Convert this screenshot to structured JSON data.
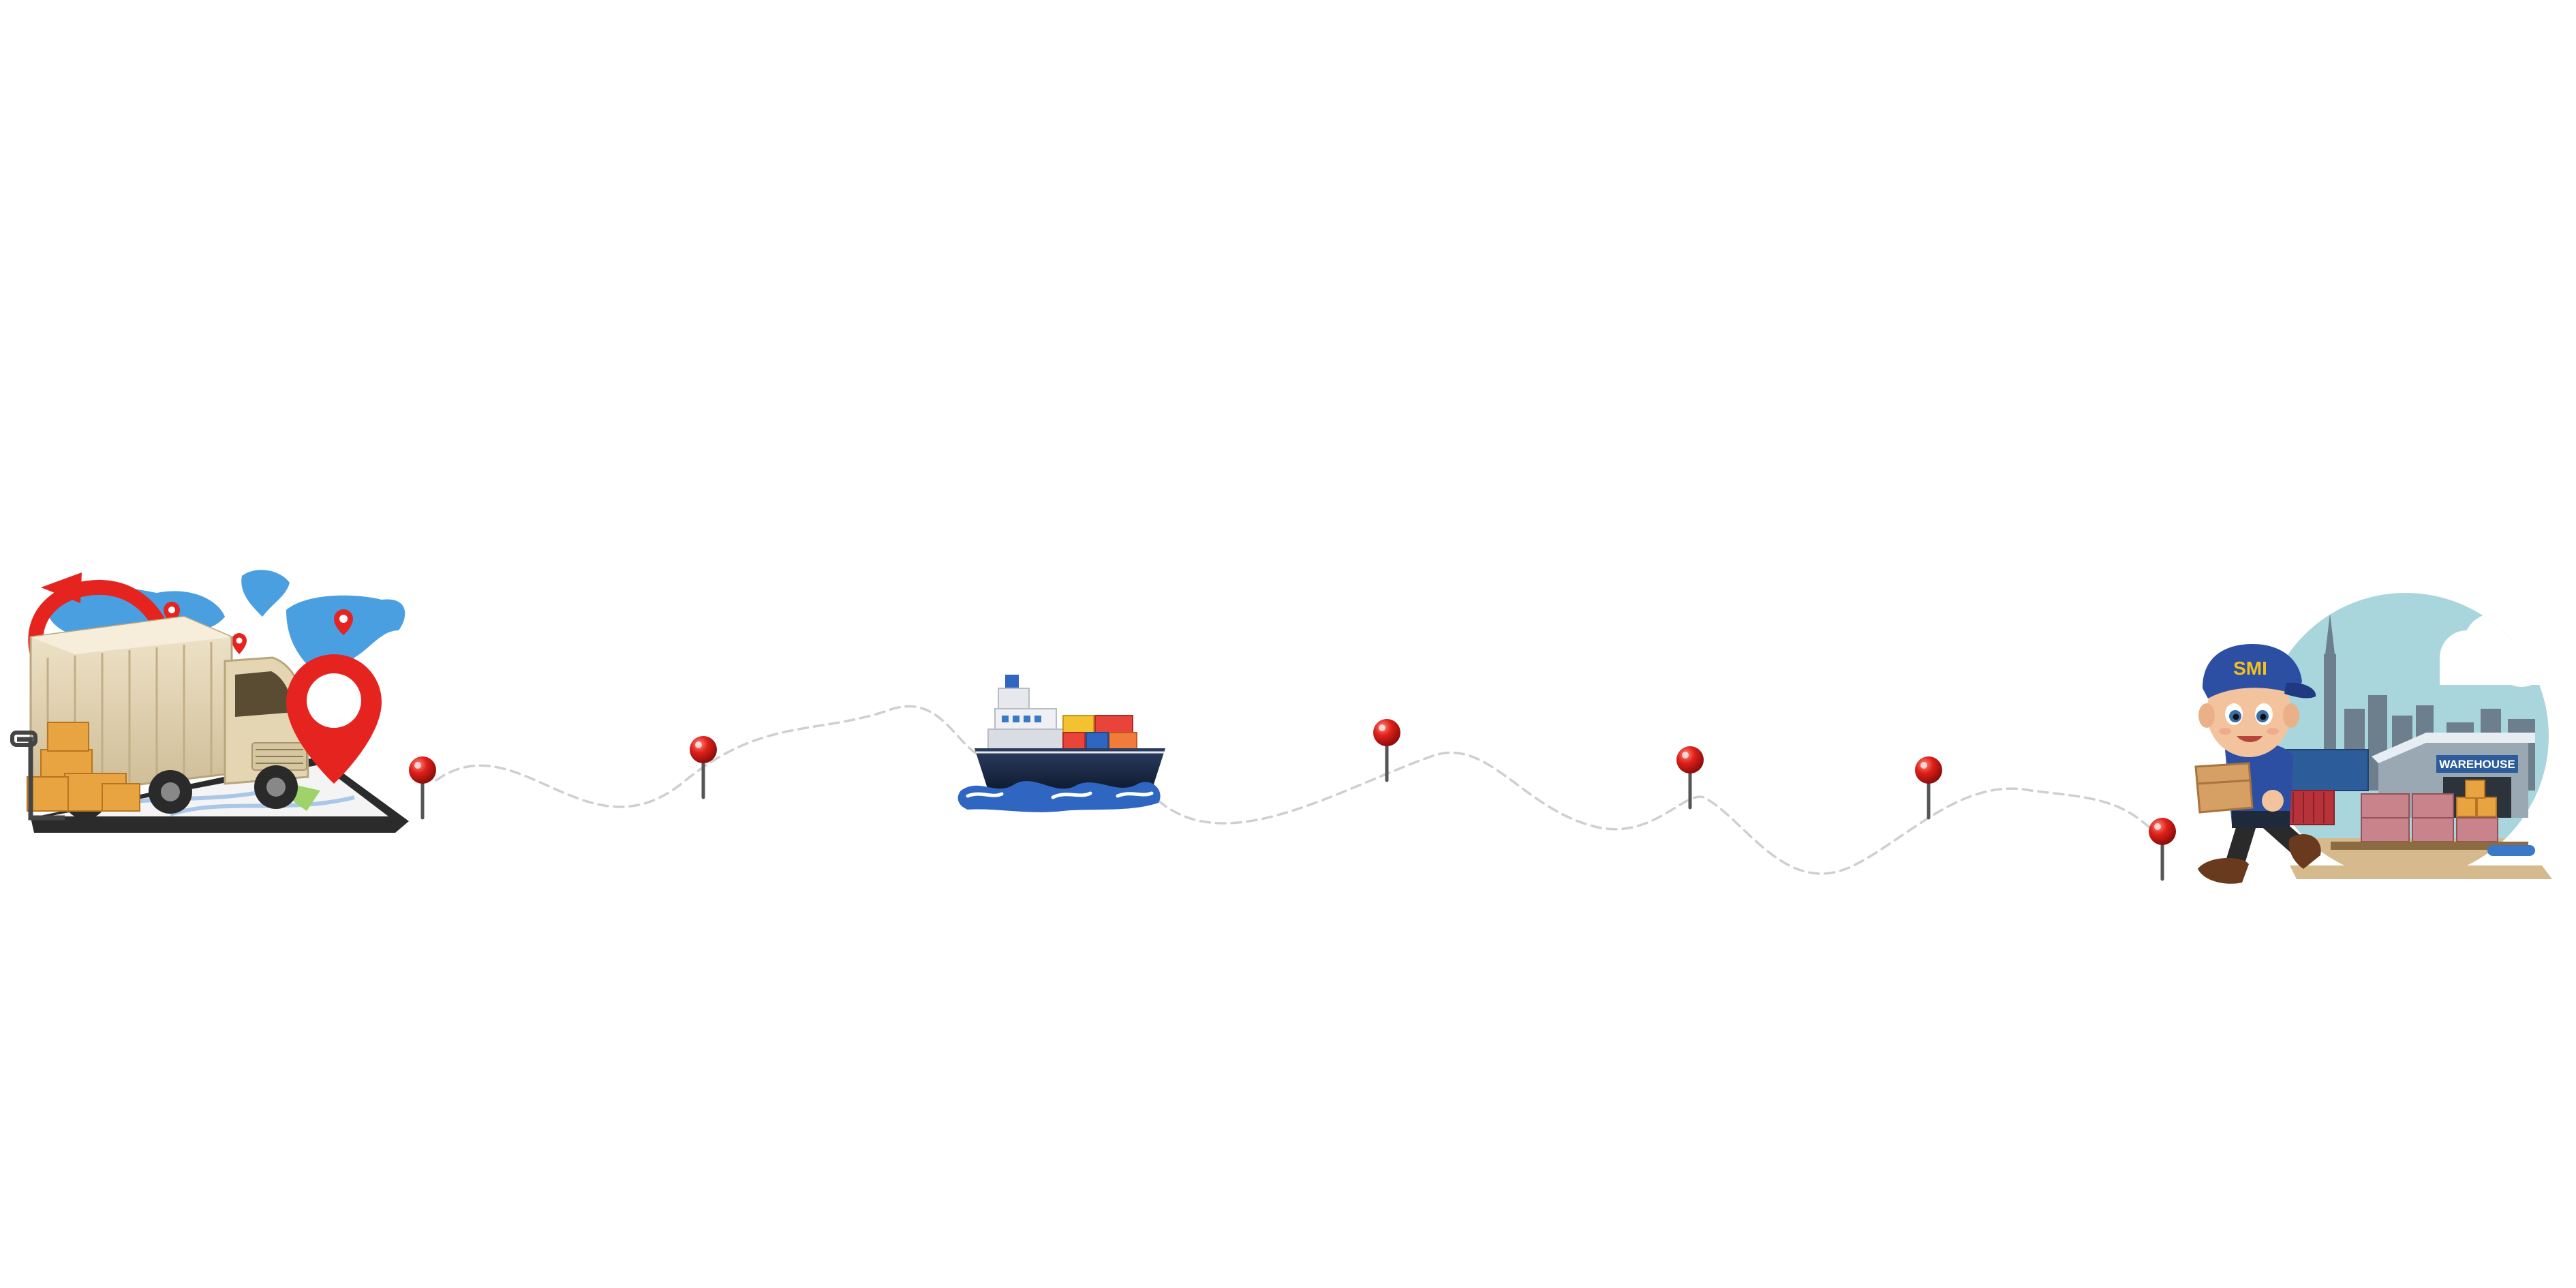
{
  "illustrations": {
    "start": {
      "icon": "delivery-truck-world-map-icon",
      "truck_label": "",
      "colors": {
        "map": "#4a9fe0",
        "truck": "#e9dcbf",
        "truck_shade": "#cdbd98",
        "pin": "#e52420",
        "boxes": "#e8a440",
        "tablet": "#2b2b2b",
        "arrow": "#e52420"
      }
    },
    "middle": {
      "icon": "cargo-ship-icon",
      "colors": {
        "hull": "#1b2c4c",
        "deck": "#e6e8ec",
        "water": "#2e66c2",
        "container_yellow": "#f2c230",
        "container_red": "#e8443a",
        "container_orange": "#f07b3a"
      }
    },
    "end": {
      "icon": "courier-boy-warehouse-icon",
      "cap_text": "SMI",
      "warehouse_text": "WAREHOUSE",
      "colors": {
        "sky": "#a9d6dc",
        "city": "#6d7f8c",
        "cap": "#2c4ea3",
        "cap_text": "#f3c11f",
        "skin": "#f2c39d",
        "box": "#d6a064",
        "warehouse": "#9aa8b4",
        "container_red": "#b8323a",
        "container_blue": "#2c5c9a",
        "ground": "#d6b98c"
      }
    }
  },
  "route": {
    "line_color": "#c9c9c9",
    "pin_color": "#e0201a",
    "pin_stem_color": "#555555",
    "pins": [
      {
        "name": "route-pin-1"
      },
      {
        "name": "route-pin-2"
      },
      {
        "name": "route-pin-3"
      },
      {
        "name": "route-pin-4"
      },
      {
        "name": "route-pin-5"
      },
      {
        "name": "route-pin-6"
      }
    ]
  }
}
